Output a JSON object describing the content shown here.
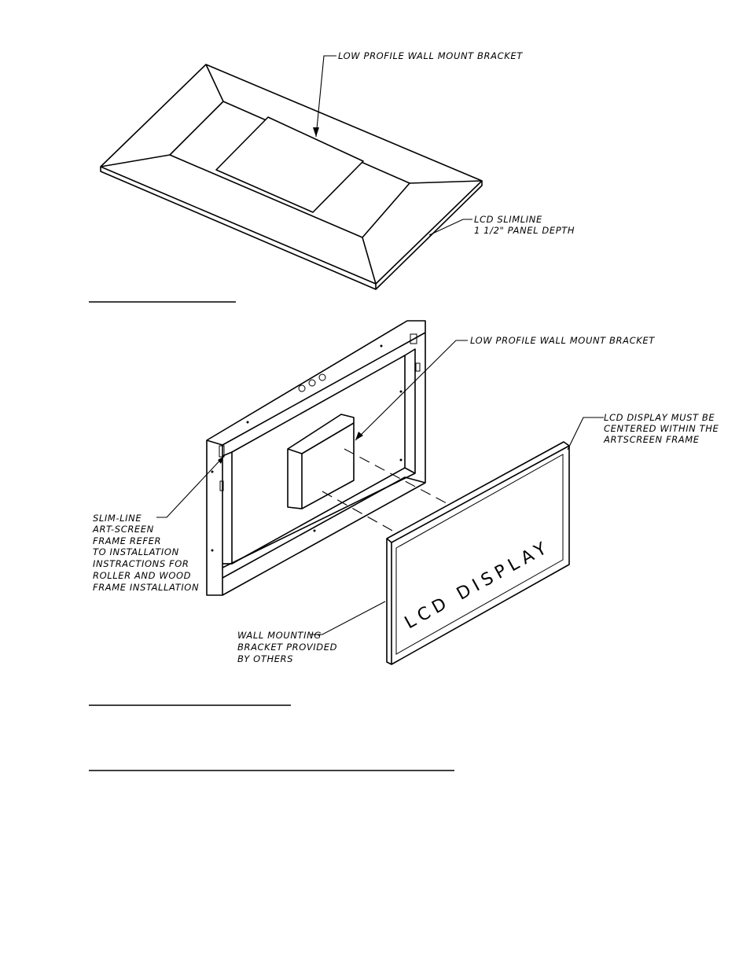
{
  "figure1": {
    "bracket_label": "LOW PROFILE WALL MOUNT BRACKET",
    "panel_label_line1": "LCD SLIMLINE",
    "panel_label_line2": "1 1/2\" PANEL DEPTH"
  },
  "figure2": {
    "bracket_label": "LOW PROFILE WALL MOUNT BRACKET",
    "centered_note": [
      "LCD DISPLAY MUST BE",
      "CENTERED WITHIN THE",
      "ARTSCREEN FRAME"
    ],
    "frame_note": [
      "SLIM-LINE",
      "ART-SCREEN",
      "FRAME REFER",
      "TO INSTALLATION",
      "INSTRACTIONS FOR",
      "ROLLER AND WOOD",
      "FRAME INSTALLATION"
    ],
    "wall_note": [
      "WALL MOUNTING",
      "BRACKET PROVIDED",
      "BY OTHERS"
    ],
    "display_text": "LCD DISPLAY"
  }
}
